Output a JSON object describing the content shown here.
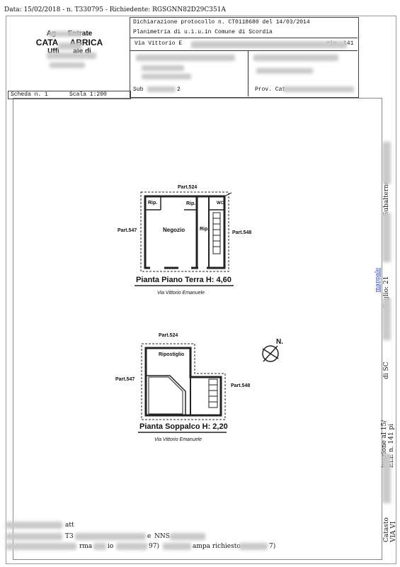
{
  "header": {
    "print_line": "Data: 15/02/2018 - n. T330795 - Richiedente: RGSGNN82D29C351A"
  },
  "agency": {
    "line1": "Ag      Entrate",
    "line2": "CATA     ABRICA",
    "line3": "Uffi       ale di"
  },
  "declaration": {
    "protocol": "Dichiarazione protocollo n. CT0118680 del  14/03/2014",
    "planimetry": "Planimetria di u.i.u.in Comune di Scordia",
    "street": "Via Vittorio E",
    "civ": "civ. 141",
    "sub": "Sub",
    "sub_val": "2",
    "prov": "Prov. Cat"
  },
  "scheda": {
    "scheda": "Scheda n. 1",
    "scala": "Scala 1:200"
  },
  "ground_floor": {
    "part_top": "Part.524",
    "part_left": "Part.547",
    "part_right": "Part.548",
    "rip1": "Rip.",
    "rip2": "Rip.",
    "wc": "WC",
    "negozio": "Negozio",
    "rip3": "Rip.",
    "title": "Pianta Piano Terra H: 4,60",
    "street": "Via Vittorio Emanuele"
  },
  "mezzanine": {
    "part_top": "Part.524",
    "part_left": "Part.547",
    "part_right": "Part.548",
    "ripostiglio": "Ripostiglio",
    "title": "Pianta Soppalco H: 2,20",
    "street": "Via Vittorio Emanuele"
  },
  "compass": {
    "label": "N."
  },
  "side_text": {
    "subalterno": "Subalterno",
    "foglio": "Foglio: 21",
    "link": "mappale",
    "di_sc": "di SC",
    "situazione": "tuazione al 15/",
    "ele": "ELE n. 141 pi",
    "catasto": "Catasto",
    "via": "VIA VI"
  },
  "footer": {
    "att": "att",
    "t3": "T3",
    "ne": "e",
    "nns": "NNS",
    "row3a": "rma",
    "row3b": "io",
    "row3c": "97)",
    "row3d": "ampa richiesto",
    "row3e": "7)"
  }
}
